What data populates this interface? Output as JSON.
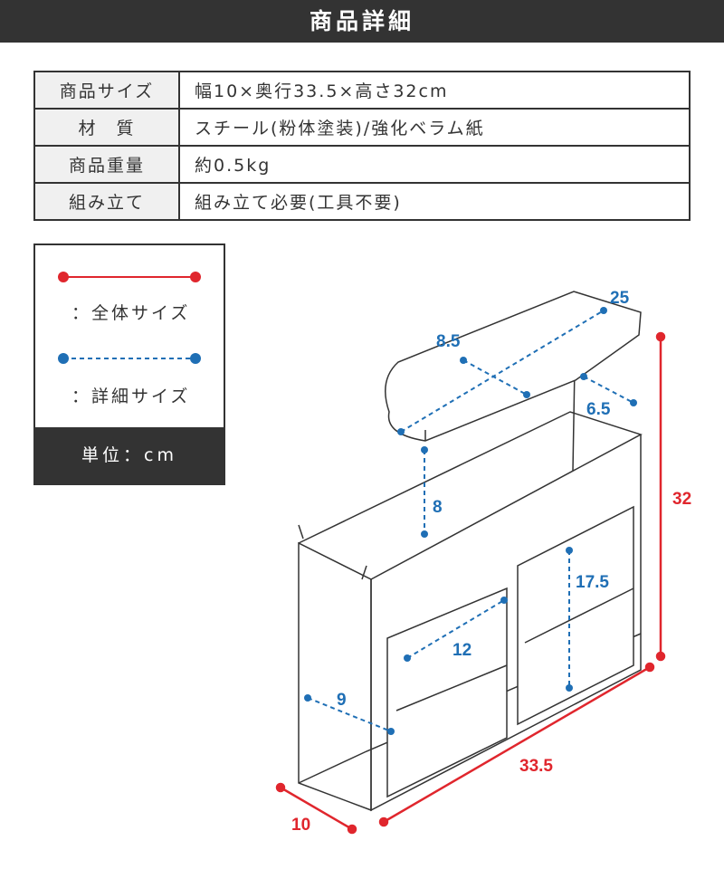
{
  "header": {
    "title": "商品詳細"
  },
  "specs": [
    {
      "label": "商品サイズ",
      "value": "幅10×奥行33.5×高さ32cm"
    },
    {
      "label": "材　質",
      "value": "スチール(粉体塗装)/強化ベラム紙"
    },
    {
      "label": "商品重量",
      "value": "約0.5kg"
    },
    {
      "label": "組み立て",
      "value": "組み立て必要(工具不要)"
    }
  ],
  "legend": {
    "overall": "：全体サイズ",
    "detail": "：詳細サイズ",
    "unit": "単位：cm"
  },
  "colors": {
    "overall": "#e0262d",
    "detail": "#1f6fb5",
    "dark": "#333333"
  },
  "dimensions": {
    "width": "10",
    "depth": "33.5",
    "height": "32",
    "tray_depth": "25",
    "tray_width": "8.5",
    "tray_gap": "6.5",
    "tray_height": "8",
    "pocket_height": "17.5",
    "pocket_width": "12",
    "base_depth": "9"
  }
}
